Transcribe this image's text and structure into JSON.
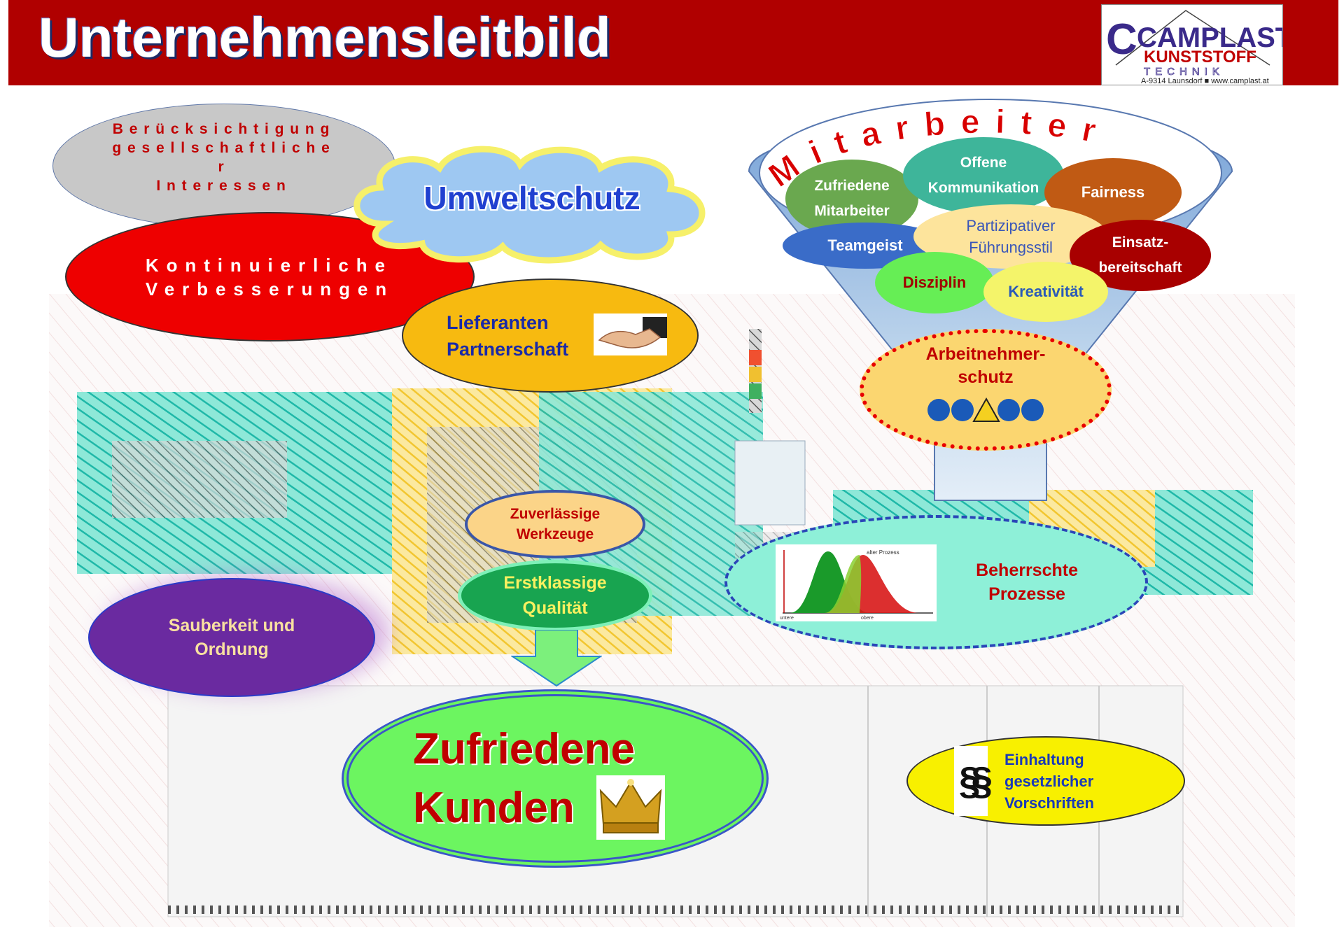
{
  "header": {
    "title": "Unternehmensleitbild",
    "logo_main": "CAMPLAST",
    "logo_sub": "KUNSTSTOFF",
    "logo_sub2": "TECHNIK",
    "logo_address": "A-9314 Launsdorf ■ www.camplast.at",
    "banner_color": "#b00000"
  },
  "left_values": {
    "gesellschaft": "Berücksichtigung\ngesellschaftliche\nr\nInteressen",
    "verbesserung": "Kontinuierliche\n  Verbesserungen",
    "umwelt": "Umweltschutz",
    "lieferanten": "Lieferanten\n    Partnerschaft",
    "handshake_icon": "handshake-icon"
  },
  "funnel": {
    "title": "Mitarbeiter",
    "items": {
      "zufriedene_mitarbeiter": "Zufriedene\nMitarbeiter",
      "offene_kommunikation": "Offene\nKommunikation",
      "fairness": "Fairness",
      "teamgeist": "Teamgeist",
      "partizipativ": "Partizipativer\nFührungsstil",
      "einsatz": "Einsatz-\nbereitschaft",
      "disziplin": "Disziplin",
      "kreativitaet": "Kreativität"
    },
    "arbeitnehmerschutz": "Arbeitnehmer-\nschutz",
    "safety_icons": "safety-signs-icon"
  },
  "center": {
    "werkzeuge": "Zuverlässige\nWerkzeuge",
    "qualitaet": "Erstklassige\nQualität",
    "kunden": "Zufriedene\nKunden",
    "crown_icon": "crown-icon"
  },
  "right": {
    "prozesse": "Beherrschte\nProzesse",
    "curve_label": "alter Prozess",
    "curve_axis_left": "untere",
    "curve_axis_right": "obere",
    "einhaltung": "Einhaltung\ngesetzlicher\n       Vorschriften",
    "paragraph_icon": "§§"
  },
  "bottom_left": {
    "sauberkeit": "Sauberkeit und\nOrdnung"
  }
}
